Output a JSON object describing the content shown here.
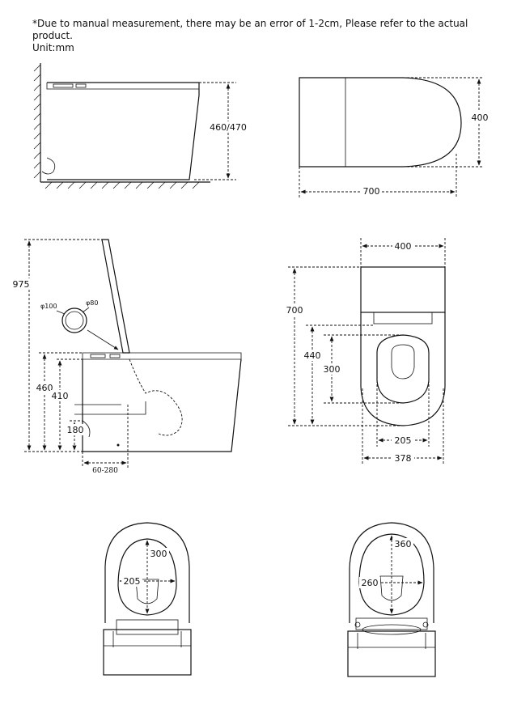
{
  "note": {
    "line1": "*Due to manual measurement, there may be an error of 1-2cm, Please refer to the actual product.",
    "line2": "Unit:mm"
  },
  "side_view_top": {
    "height_label": "460/470"
  },
  "top_view": {
    "width_label": "400",
    "length_label": "700"
  },
  "side_view_full": {
    "total_height": "975",
    "seat_height": "460",
    "bowl_height": "410",
    "outlet_height": "180",
    "rough_in": "60-280",
    "pipe_outer": "φ100",
    "pipe_inner": "φ80"
  },
  "front_view": {
    "tank_width": "400",
    "total_depth": "700",
    "seat_depth": "440",
    "opening_depth": "300",
    "opening_width": "205",
    "base_width": "378"
  },
  "seat_small": {
    "length": "300",
    "width": "205"
  },
  "seat_large": {
    "length": "360",
    "width": "260"
  }
}
